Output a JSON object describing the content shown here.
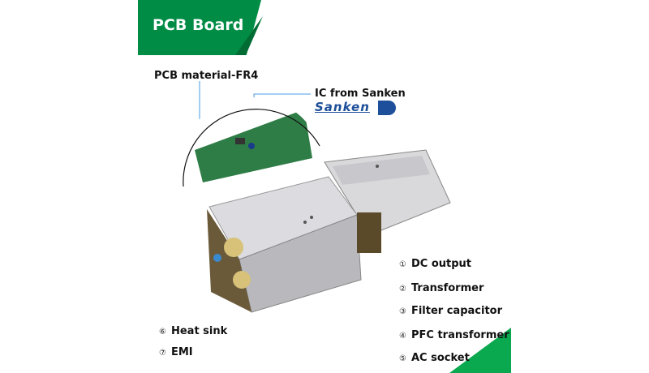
{
  "banner": {
    "title": "PCB Board"
  },
  "callouts": {
    "pcb_material": "PCB material-FR4",
    "ic": "IC from Sanken",
    "brand_logo": "Sanken"
  },
  "features": [
    {
      "num": "①",
      "label": "DC output"
    },
    {
      "num": "②",
      "label": "Transformer"
    },
    {
      "num": "③",
      "label": "Filter capacitor"
    },
    {
      "num": "④",
      "label": "PFC transformer"
    },
    {
      "num": "⑤",
      "label": "AC socket"
    },
    {
      "num": "⑥",
      "label": "Heat sink"
    },
    {
      "num": "⑦",
      "label": "EMI"
    }
  ],
  "colors": {
    "brand_green": "#008c45",
    "callout_line": "#4a9be8",
    "sanken_blue": "#1e4f9a"
  }
}
